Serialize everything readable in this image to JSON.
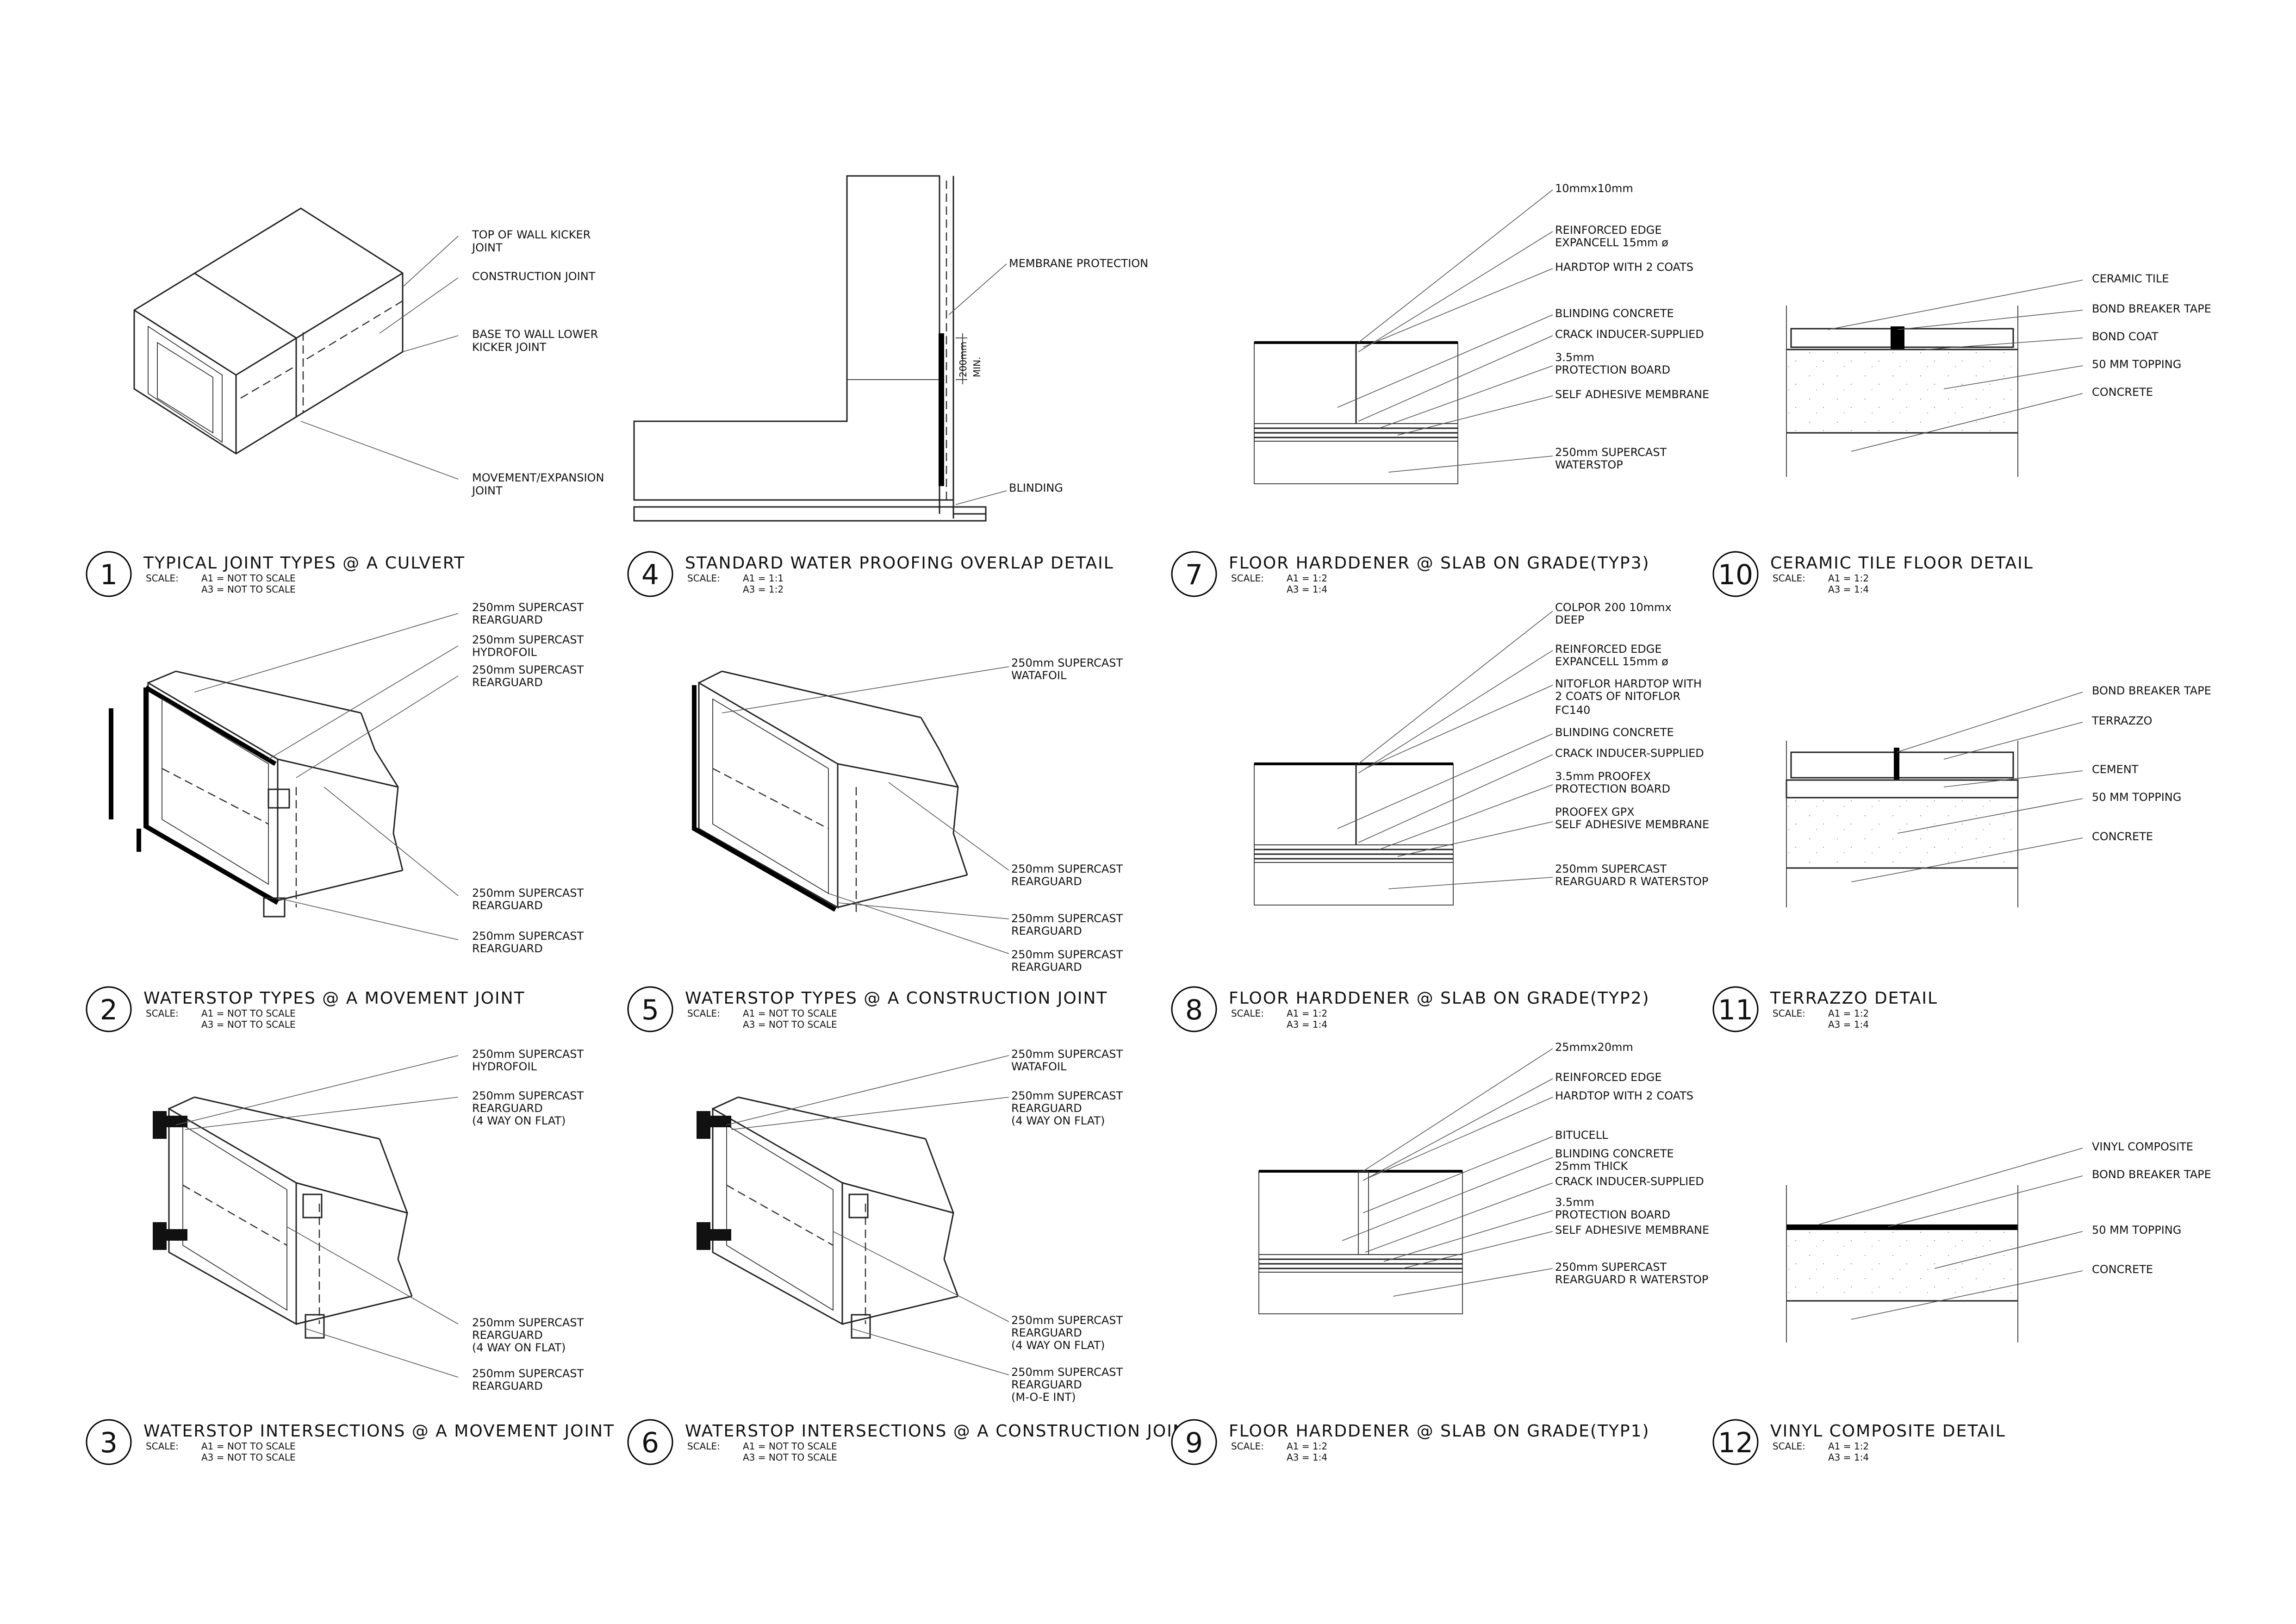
{
  "details": [
    {
      "number": "1",
      "title": "TYPICAL JOINT TYPES @ A CULVERT",
      "scale_label": "SCALE:",
      "scale_a1": "A1 = NOT TO SCALE",
      "scale_a3": "A3 = NOT TO SCALE",
      "labels": [
        "TOP OF WALL KICKER",
        "JOINT",
        "CONSTRUCTION JOINT",
        "BASE TO WALL LOWER",
        "KICKER JOINT",
        "MOVEMENT/EXPANSION",
        "JOINT"
      ]
    },
    {
      "number": "2",
      "title": "WATERSTOP TYPES @ A MOVEMENT JOINT",
      "scale_label": "SCALE:",
      "scale_a1": "A1 = NOT TO SCALE",
      "scale_a3": "A3 = NOT TO SCALE",
      "labels": [
        "250mm SUPERCAST",
        "REARGUARD",
        "250mm SUPERCAST",
        "HYDROFOIL",
        "250mm SUPERCAST",
        "REARGUARD",
        "250mm SUPERCAST",
        "REARGUARD",
        "250mm SUPERCAST",
        "REARGUARD"
      ]
    },
    {
      "number": "3",
      "title": "WATERSTOP INTERSECTIONS @ A MOVEMENT JOINT",
      "scale_label": "SCALE:",
      "scale_a1": "A1 = NOT TO SCALE",
      "scale_a3": "A3 = NOT TO SCALE",
      "labels": [
        "250mm SUPERCAST",
        "HYDROFOIL",
        "250mm SUPERCAST",
        "REARGUARD",
        "(4 WAY ON FLAT)",
        "250mm SUPERCAST",
        "REARGUARD",
        "(4 WAY ON FLAT)",
        "250mm SUPERCAST",
        "REARGUARD"
      ]
    },
    {
      "number": "4",
      "title": "STANDARD WATER PROOFING OVERLAP DETAIL",
      "scale_label": "SCALE:",
      "scale_a1": "A1 = 1:1",
      "scale_a3": "A3 = 1:2",
      "labels": [
        "MEMBRANE PROTECTION",
        "BLINDING"
      ],
      "dim_value": "200mm",
      "dim_note": "MIN."
    },
    {
      "number": "5",
      "title": "WATERSTOP TYPES @ A CONSTRUCTION JOINT",
      "scale_label": "SCALE:",
      "scale_a1": "A1 = NOT TO SCALE",
      "scale_a3": "A3 = NOT TO SCALE",
      "labels": [
        "250mm SUPERCAST",
        "WATAFOIL",
        "250mm SUPERCAST",
        "REARGUARD",
        "250mm SUPERCAST",
        "REARGUARD",
        "250mm SUPERCAST",
        "REARGUARD"
      ]
    },
    {
      "number": "6",
      "title": "WATERSTOP INTERSECTIONS @ A CONSTRUCTION JOINT",
      "scale_label": "SCALE:",
      "scale_a1": "A1 = NOT TO SCALE",
      "scale_a3": "A3 = NOT TO SCALE",
      "labels": [
        "250mm SUPERCAST",
        "WATAFOIL",
        "250mm SUPERCAST",
        "REARGUARD",
        "(4 WAY ON FLAT)",
        "250mm SUPERCAST",
        "REARGUARD",
        "(4 WAY ON FLAT)",
        "250mm SUPERCAST",
        "REARGUARD",
        "(M-O-E INT)"
      ]
    },
    {
      "number": "7",
      "title": "FLOOR HARDDENER @ SLAB ON GRADE(TYP3)",
      "scale_label": "SCALE:",
      "scale_a1": "A1 = 1:2",
      "scale_a3": "A3 = 1:4",
      "labels": [
        "10mmx10mm",
        "REINFORCED EDGE",
        "EXPANCELL 15mm ø",
        "HARDTOP WITH 2 COATS",
        "BLINDING CONCRETE",
        "CRACK INDUCER-SUPPLIED",
        "3.5mm",
        "PROTECTION BOARD",
        "SELF ADHESIVE MEMBRANE",
        "250mm SUPERCAST",
        "WATERSTOP"
      ]
    },
    {
      "number": "8",
      "title": "FLOOR HARDDENER @ SLAB ON GRADE(TYP2)",
      "scale_label": "SCALE:",
      "scale_a1": "A1 = 1:2",
      "scale_a3": "A3 = 1:4",
      "labels": [
        "COLPOR 200 10mmx",
        "DEEP",
        "REINFORCED EDGE",
        "EXPANCELL 15mm ø",
        "NITOFLOR HARDTOP WITH",
        "2 COATS OF NITOFLOR",
        "FC140",
        "BLINDING CONCRETE",
        "CRACK INDUCER-SUPPLIED",
        "3.5mm PROOFEX",
        "PROTECTION BOARD",
        "PROOFEX GPX",
        "SELF ADHESIVE MEMBRANE",
        "250mm SUPERCAST",
        "REARGUARD R WATERSTOP"
      ]
    },
    {
      "number": "9",
      "title": "FLOOR HARDDENER @ SLAB ON GRADE(TYP1)",
      "scale_label": "SCALE:",
      "scale_a1": "A1 = 1:2",
      "scale_a3": "A3 = 1:4",
      "labels": [
        "25mmx20mm",
        "REINFORCED EDGE",
        "HARDTOP WITH 2 COATS",
        "BITUCELL",
        "BLINDING CONCRETE",
        "25mm THICK",
        "CRACK INDUCER-SUPPLIED",
        "3.5mm",
        "PROTECTION BOARD",
        "SELF ADHESIVE MEMBRANE",
        "250mm SUPERCAST",
        "REARGUARD R WATERSTOP"
      ]
    },
    {
      "number": "10",
      "title": "CERAMIC TILE FLOOR DETAIL",
      "scale_label": "SCALE:",
      "scale_a1": "A1 = 1:2",
      "scale_a3": "A3 = 1:4",
      "labels": [
        "CERAMIC TILE",
        "BOND BREAKER TAPE",
        "BOND COAT",
        "50 MM TOPPING",
        "CONCRETE"
      ]
    },
    {
      "number": "11",
      "title": "TERRAZZO DETAIL",
      "scale_label": "SCALE:",
      "scale_a1": "A1 = 1:2",
      "scale_a3": "A3 = 1:4",
      "labels": [
        "BOND BREAKER TAPE",
        "TERRAZZO",
        "CEMENT",
        "50 MM TOPPING",
        "CONCRETE"
      ]
    },
    {
      "number": "12",
      "title": "VINYL COMPOSITE DETAIL",
      "scale_label": "SCALE:",
      "scale_a1": "A1 = 1:2",
      "scale_a3": "A3 = 1:4",
      "labels": [
        "VINYL COMPOSITE",
        "BOND BREAKER TAPE",
        "50 MM TOPPING",
        "CONCRETE"
      ]
    }
  ]
}
